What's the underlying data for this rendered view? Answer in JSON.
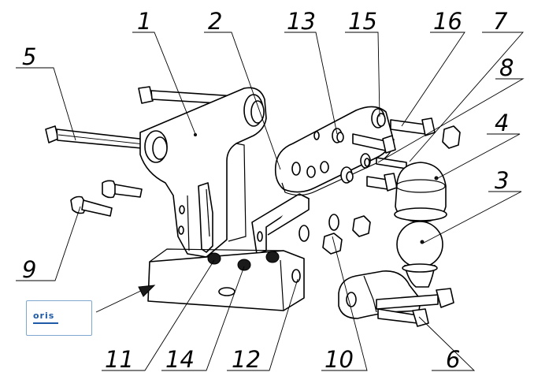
{
  "brand": {
    "logo_text": "oris",
    "logo_color": "#1f5aa6"
  },
  "labels": [
    {
      "id": "1",
      "text": "1"
    },
    {
      "id": "2",
      "text": "2"
    },
    {
      "id": "13",
      "text": "13"
    },
    {
      "id": "15",
      "text": "15"
    },
    {
      "id": "16",
      "text": "16"
    },
    {
      "id": "7",
      "text": "7"
    },
    {
      "id": "8",
      "text": "8"
    },
    {
      "id": "5",
      "text": "5"
    },
    {
      "id": "4",
      "text": "4"
    },
    {
      "id": "3",
      "text": "3"
    },
    {
      "id": "9",
      "text": "9"
    },
    {
      "id": "11",
      "text": "11"
    },
    {
      "id": "14",
      "text": "14"
    },
    {
      "id": "12",
      "text": "12"
    },
    {
      "id": "10",
      "text": "10"
    },
    {
      "id": "6",
      "text": "6"
    }
  ]
}
